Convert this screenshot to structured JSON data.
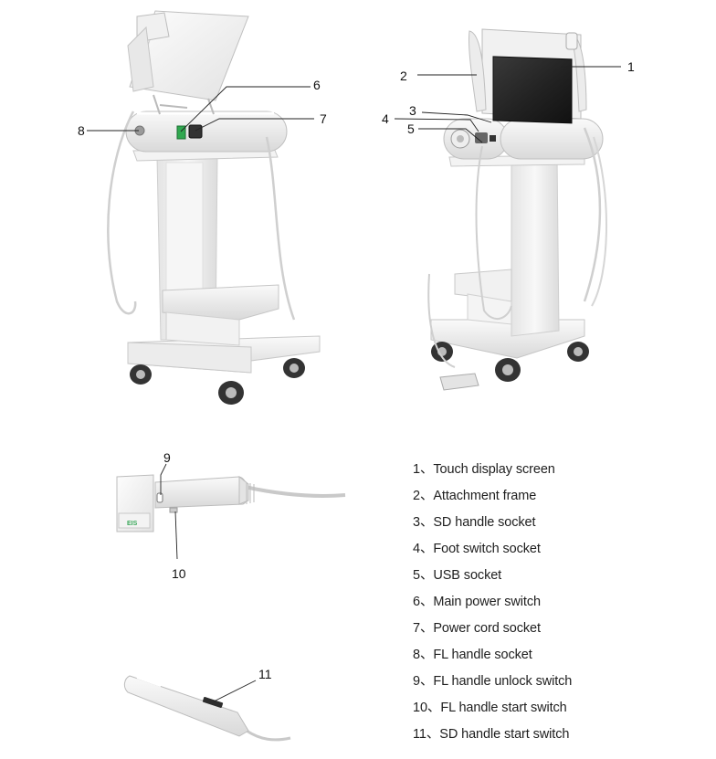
{
  "callouts": {
    "n1": "1",
    "n2": "2",
    "n3": "3",
    "n4": "4",
    "n5": "5",
    "n6": "6",
    "n7": "7",
    "n8": "8",
    "n9": "9",
    "n10": "10",
    "n11": "11"
  },
  "legend": [
    "1、Touch display screen",
    "2、Attachment frame",
    "3、SD handle socket",
    "4、Foot switch socket",
    "5、USB socket",
    "6、Main power switch",
    "7、Power cord socket",
    "8、FL handle socket",
    "9、FL handle unlock switch",
    "10、FL handle start switch",
    "11、SD  handle start switch"
  ],
  "handle_logo": "EIS",
  "colors": {
    "body": "#eeeeee",
    "stroke": "#c4c4c4",
    "screen": "#2a2a2a",
    "power_switch": "#2fa84f",
    "logo": "#3aa85a"
  }
}
